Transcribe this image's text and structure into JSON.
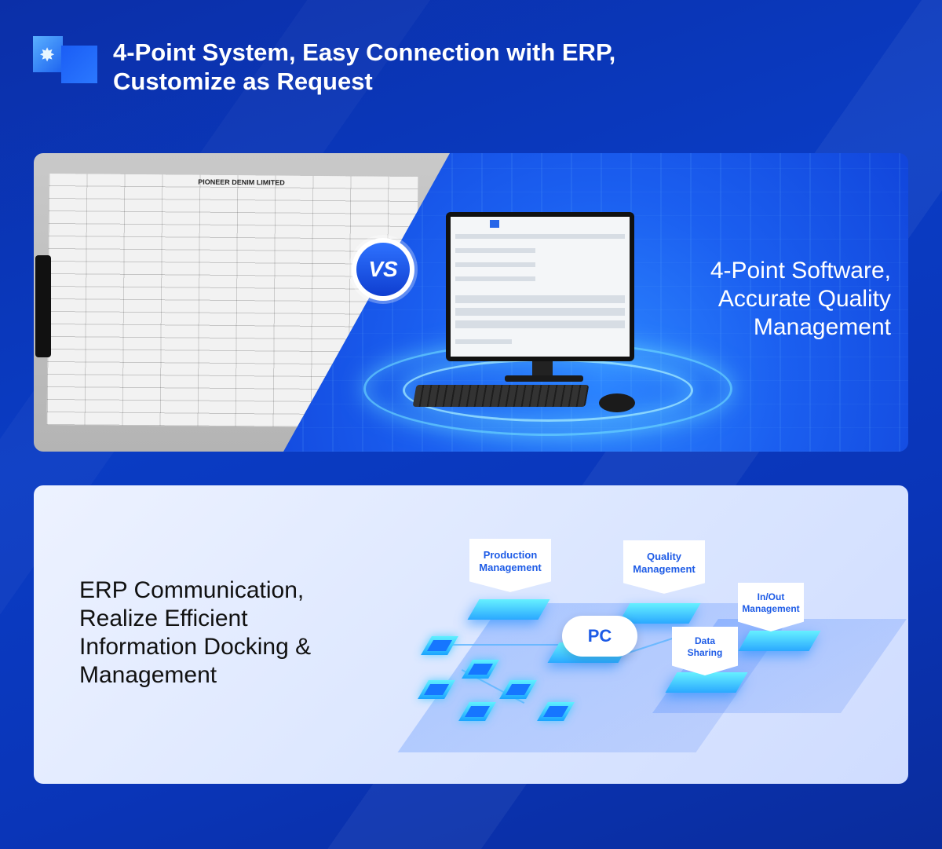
{
  "header": {
    "title_line1": "4-Point System, Easy Connection with ERP,",
    "title_line2": "Customize as Request"
  },
  "comparison": {
    "paper_sheet_title": "PIONEER DENIM LIMITED",
    "vs_label": "VS",
    "caption_line1": "4-Point Software,",
    "caption_line2": "Accurate Quality",
    "caption_line3": "Management"
  },
  "erp": {
    "caption_line1": "ERP Communication,",
    "caption_line2": "Realize Efficient",
    "caption_line3": "Information Docking &",
    "caption_line4": "Management",
    "nodes": {
      "production_line1": "Production",
      "production_line2": "Management",
      "quality_line1": "Quality",
      "quality_line2": "Management",
      "inout_line1": "In/Out",
      "inout_line2": "Management",
      "data_line1": "Data",
      "data_line2": "Sharing",
      "center": "PC"
    }
  },
  "colors": {
    "background": "#0a3cc4",
    "accent_cyan": "#5ff0ff",
    "label_blue": "#1d5be6"
  }
}
